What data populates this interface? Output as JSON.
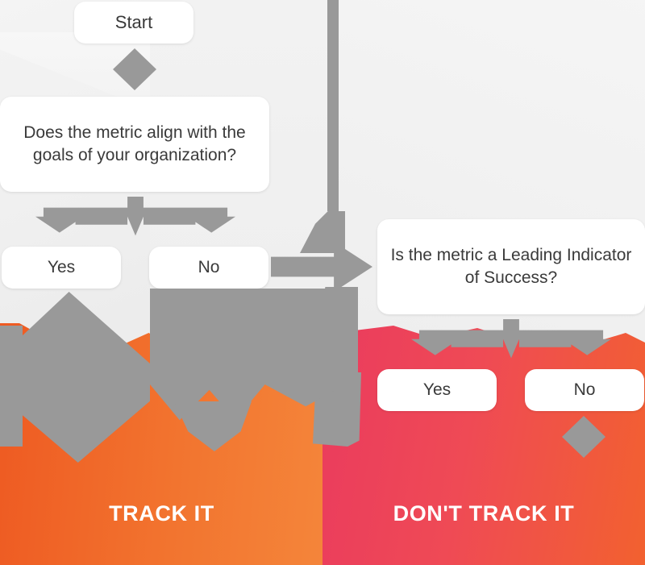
{
  "diagram": {
    "title": "Metric Tracking Decision Flowchart",
    "colors": {
      "background": "#ededed",
      "connector_gray": "#999999",
      "node_white": "#ffffff",
      "node_text": "#3a3a3a",
      "track_orange": "#f2742f",
      "dont_track_crimson": "#ea3b5e"
    },
    "nodes": {
      "start": "Start",
      "question_1": "Does the metric align with the goals of your organization?",
      "q1_yes": "Yes",
      "q1_no": "No",
      "question_2": "Is the metric a Leading Indicator of Success?",
      "q2_yes": "Yes",
      "q2_no": "No"
    },
    "results": {
      "track": "TRACK IT",
      "dont_track": "DON'T TRACK IT"
    }
  }
}
